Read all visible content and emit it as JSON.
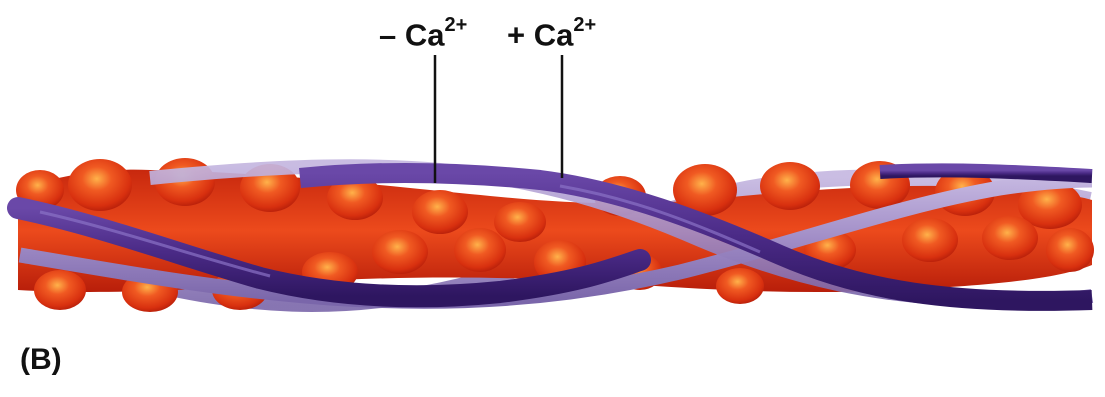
{
  "labels": {
    "minus_sign": "–",
    "minus_base": "Ca",
    "minus_charge": "2+",
    "plus_sign": "+",
    "plus_base": "Ca",
    "plus_charge": "2+"
  },
  "panel_letter": "(B)",
  "colors": {
    "actin": "#e8401c",
    "actin_dark": "#b8200c",
    "actin_highlight": "#ffa040",
    "tropomyosin_light": "#a592c8",
    "tropomyosin_dark": "#4c2a82",
    "leader_line": "#111111"
  }
}
